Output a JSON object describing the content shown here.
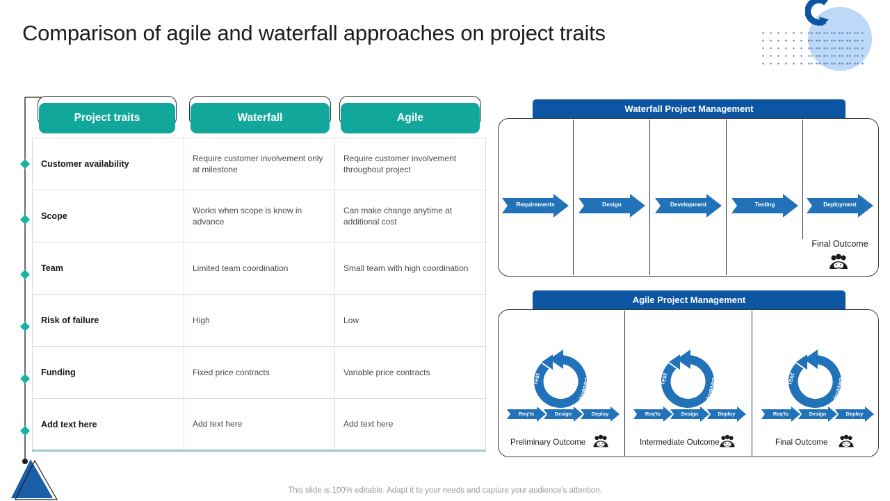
{
  "title": "Comparison of agile and waterfall approaches on project traits",
  "colors": {
    "teal": "#11a79b",
    "blue": "#0b55a3",
    "arrow_blue": "#2272b9",
    "circle_light": "#bcd9f7",
    "footer_gray": "#9a9a9a"
  },
  "table": {
    "headers": [
      "Project traits",
      "Waterfall",
      "Agile"
    ],
    "rows": [
      {
        "trait": "Customer availability",
        "waterfall": "Require customer involvement only at milestone",
        "agile": "Require customer involvement throughout project"
      },
      {
        "trait": "Scope",
        "waterfall": "Works when scope is know in advance",
        "agile": "Can make change anytime at additional cost"
      },
      {
        "trait": "Team",
        "waterfall": "Limited team coordination",
        "agile": "Small team with high coordination"
      },
      {
        "trait": "Risk of failure",
        "waterfall": "High",
        "agile": "Low"
      },
      {
        "trait": "Funding",
        "waterfall": "Fixed price contracts",
        "agile": "Variable price contracts"
      },
      {
        "trait": "Add text here",
        "waterfall": "Add text here",
        "agile": "Add text here"
      }
    ]
  },
  "waterfall_panel": {
    "title": "Waterfall  Project Management",
    "stages": [
      "Requirements",
      "Design",
      "Development",
      "Testing",
      "Deployment"
    ],
    "outcome_label": "Final Outcome",
    "outcome_icon": "people-group-icon"
  },
  "agile_panel": {
    "title": "Agile Project Management",
    "cycles": [
      {
        "ring_left_label": "Test",
        "ring_right_label": "Develop",
        "steps": [
          "Req'ts",
          "Design",
          "Deploy"
        ],
        "outcome_label": "Preliminary Outcome",
        "outcome_icon": "people-group-icon"
      },
      {
        "ring_left_label": "Test",
        "ring_right_label": "Develop",
        "steps": [
          "Req'ts",
          "Design",
          "Deploy"
        ],
        "outcome_label": "Intermediate  Outcome",
        "outcome_icon": "people-group-icon"
      },
      {
        "ring_left_label": "Test",
        "ring_right_label": "Develop",
        "steps": [
          "Req'ts",
          "Design",
          "Deploy"
        ],
        "outcome_label": "Final Outcome",
        "outcome_icon": "people-group-icon"
      }
    ]
  },
  "footer": "This slide is 100% editable. Adapt it to your needs and capture your audience's attention."
}
